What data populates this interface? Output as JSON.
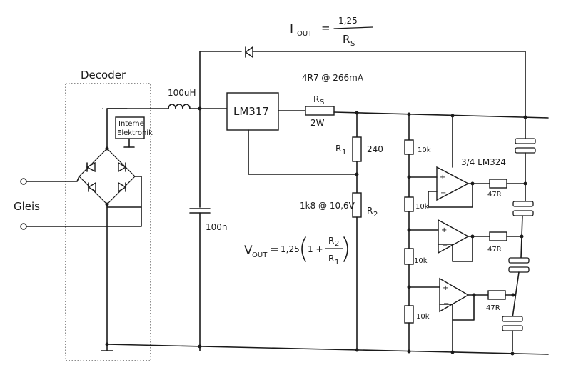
{
  "formulas": {
    "iout_lhs": "I",
    "iout_sub": "OUT",
    "iout_eq": "=",
    "iout_num": "1,25",
    "iout_den": "R",
    "iout_den_sub": "S",
    "vout_lhs": "V",
    "vout_sub": "OUT",
    "vout_eq": "=",
    "vout_coef": "1,25",
    "vout_one": "1 +",
    "vout_num": "R",
    "vout_num_sub": "2",
    "vout_den": "R",
    "vout_den_sub": "1"
  },
  "labels": {
    "decoder": "Decoder",
    "internal_electronics_1": "Interne",
    "internal_electronics_2": "Elektronik",
    "gleis": "Gleis",
    "inductor": "100uH",
    "capacitor": "100n",
    "regulator": "LM317",
    "rs_name": "R",
    "rs_sub": "S",
    "rs_power": "2W",
    "rs_value": "4R7 @ 266mA",
    "r1_name": "R",
    "r1_sub": "1",
    "r1_value": "240",
    "r2_name": "R",
    "r2_sub": "2",
    "r2_value": "1k8 @ 10,6V",
    "divider_resistor": "10k",
    "opamp": "3/4 LM324",
    "output_resistor": "47R"
  }
}
